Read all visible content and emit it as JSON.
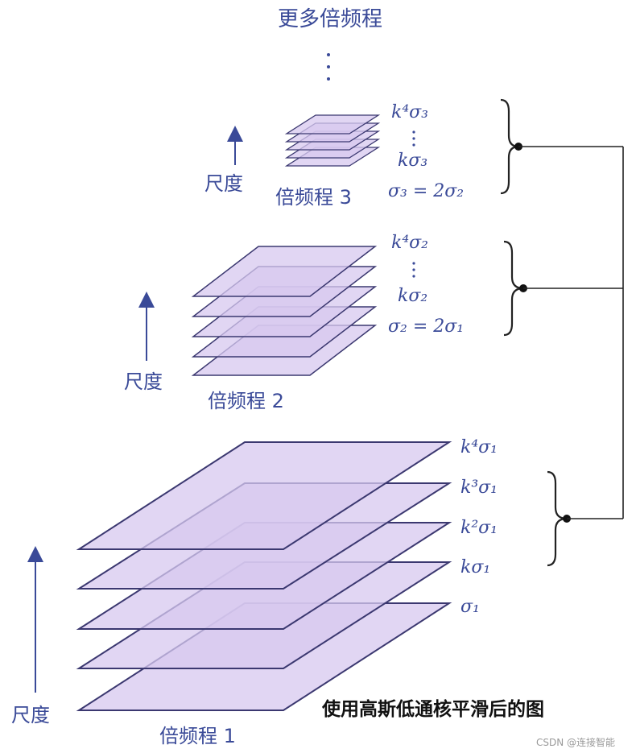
{
  "title": "更多倍频程",
  "caption": "使用高斯低通核平滑后的图",
  "watermark": "CSDN @连接智能",
  "colors": {
    "text": "#3a4a98",
    "layer_fill": "#d7c8ef",
    "layer_stroke": "#3b3870",
    "bracket": "#222222",
    "background": "#ffffff"
  },
  "octaves": [
    {
      "name": "倍频程 1",
      "axis_label": "尺度",
      "scales": [
        "k⁴σ₁",
        "k³σ₁",
        "k²σ₁",
        "kσ₁",
        "σ₁"
      ]
    },
    {
      "name": "倍频程 2",
      "axis_label": "尺度",
      "scales": [
        "k⁴σ₂",
        "kσ₂",
        "σ₂ = 2σ₁"
      ]
    },
    {
      "name": "倍频程 3",
      "axis_label": "尺度",
      "scales": [
        "k⁴σ₃",
        "kσ₃",
        "σ₃ = 2σ₂"
      ]
    }
  ]
}
